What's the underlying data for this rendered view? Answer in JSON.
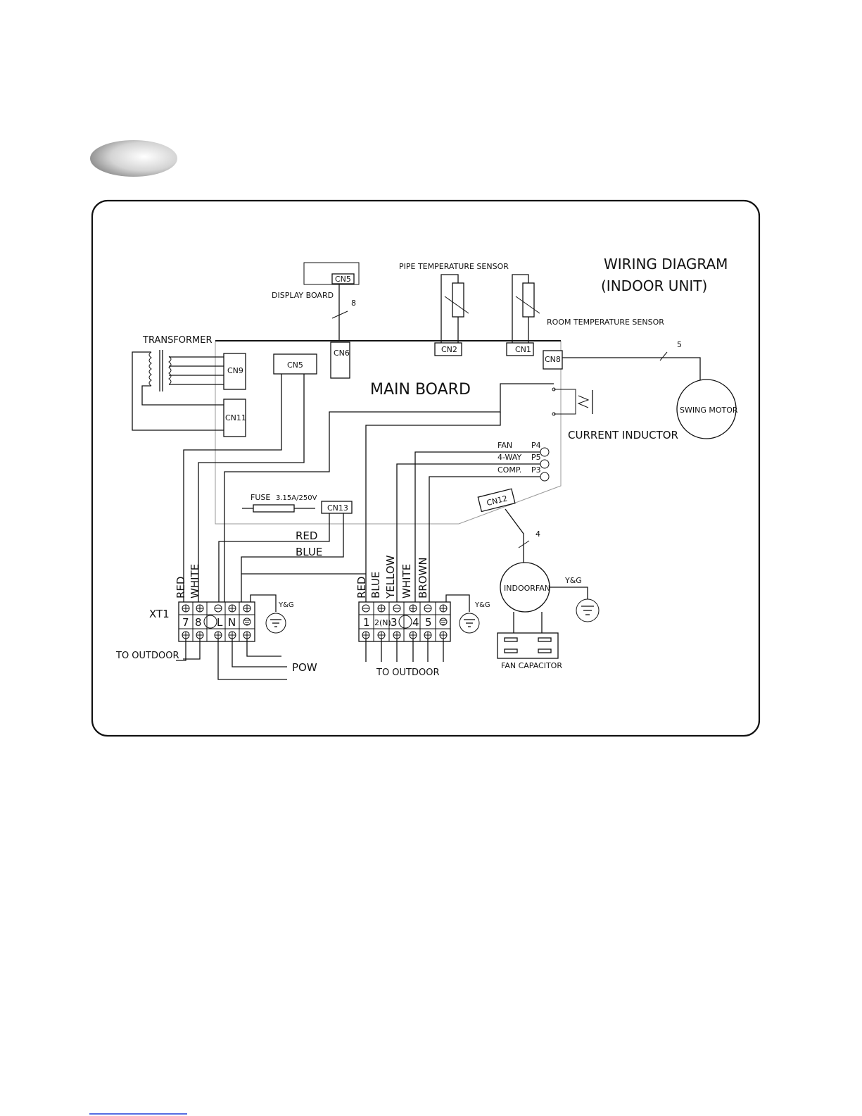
{
  "diagram": {
    "title_line1": "WIRING DIAGRAM",
    "title_line2": "(INDOOR UNIT)",
    "main_board": "MAIN BOARD",
    "display_board": "DISPLAY BOARD",
    "pipe_sensor": "PIPE TEMPERATURE SENSOR",
    "room_sensor": "ROOM TEMPERATURE SENSOR",
    "transformer": "TRANSFORMER",
    "current_inductor": "CURRENT INDUCTOR",
    "swing_motor": "SWING MOTOR",
    "indoor_fan": "INDOORFAN",
    "fan_capacitor": "FAN CAPACITOR",
    "fuse": "FUSE",
    "fuse_rating": "3.15A/250V",
    "pow": "POW",
    "xt1": "XT1",
    "to_outdoor_left": "TO OUTDOOR",
    "to_outdoor_right": "TO OUTDOOR",
    "yg": "Y&G",
    "red": "RED",
    "blue": "BLUE",
    "connectors": {
      "cn5_display": "CN5",
      "cn6": "CN6",
      "cn2": "CN2",
      "cn1": "CN1",
      "cn8": "CN8",
      "cn9": "CN9",
      "cn11": "CN11",
      "cn5_board": "CN5",
      "cn13": "CN13",
      "cn12": "CN12"
    },
    "relays": [
      {
        "name": "FAN",
        "pin": "P4"
      },
      {
        "name": "4-WAY",
        "pin": "P5"
      },
      {
        "name": "COMP.",
        "pin": "P3"
      }
    ],
    "wire_counts": {
      "display": "8",
      "swing": "5",
      "fan": "4"
    },
    "left_wires": [
      "RED",
      "WHITE"
    ],
    "right_wires": [
      "RED",
      "BLUE",
      "YELLOW",
      "WHITE",
      "BROWN"
    ],
    "left_terminals": [
      "7",
      "8",
      "L",
      "N"
    ],
    "right_terminals": [
      "1",
      "2(N)",
      "3",
      "4",
      "5"
    ]
  }
}
